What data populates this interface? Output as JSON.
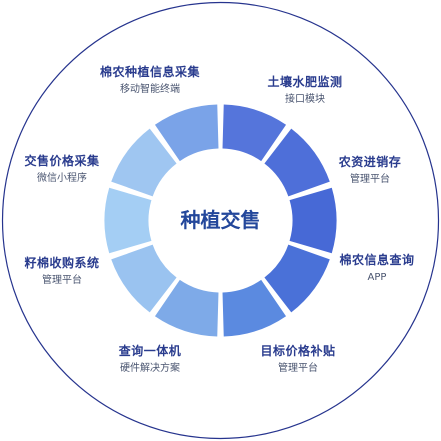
{
  "center": {
    "title": "种植交售"
  },
  "colors": {
    "outer_ring": "#26348e",
    "title_text": "#2a3c8e",
    "sub_text": "#4a5570",
    "segments": [
      "#5575db",
      "#4e6fd9",
      "#4769d6",
      "#4a71d8",
      "#5b8ae0",
      "#7eaae8",
      "#9ac3f0",
      "#a4cef4",
      "#9fc6f1",
      "#7aa3e8"
    ]
  },
  "modules": [
    {
      "title": "棉农种植信息采集",
      "subtitle": "移动智能终端",
      "icon": "none"
    },
    {
      "title": "土壤水肥监测",
      "subtitle": "接口模块",
      "icon": "none"
    },
    {
      "title": "农资进销存",
      "subtitle": "管理平台",
      "icon": "none"
    },
    {
      "title": "棉农信息查询",
      "subtitle": "APP",
      "icon": "none"
    },
    {
      "title": "目标价格补贴",
      "subtitle": "管理平台",
      "icon": "none"
    },
    {
      "title": "查询一体机",
      "subtitle": "硬件解决方案",
      "icon": "none"
    },
    {
      "title": "籽棉收购系统",
      "subtitle": "管理平台",
      "icon": "none"
    },
    {
      "title": "交售价格采集",
      "subtitle": "微信小程序",
      "icon": "none"
    }
  ]
}
